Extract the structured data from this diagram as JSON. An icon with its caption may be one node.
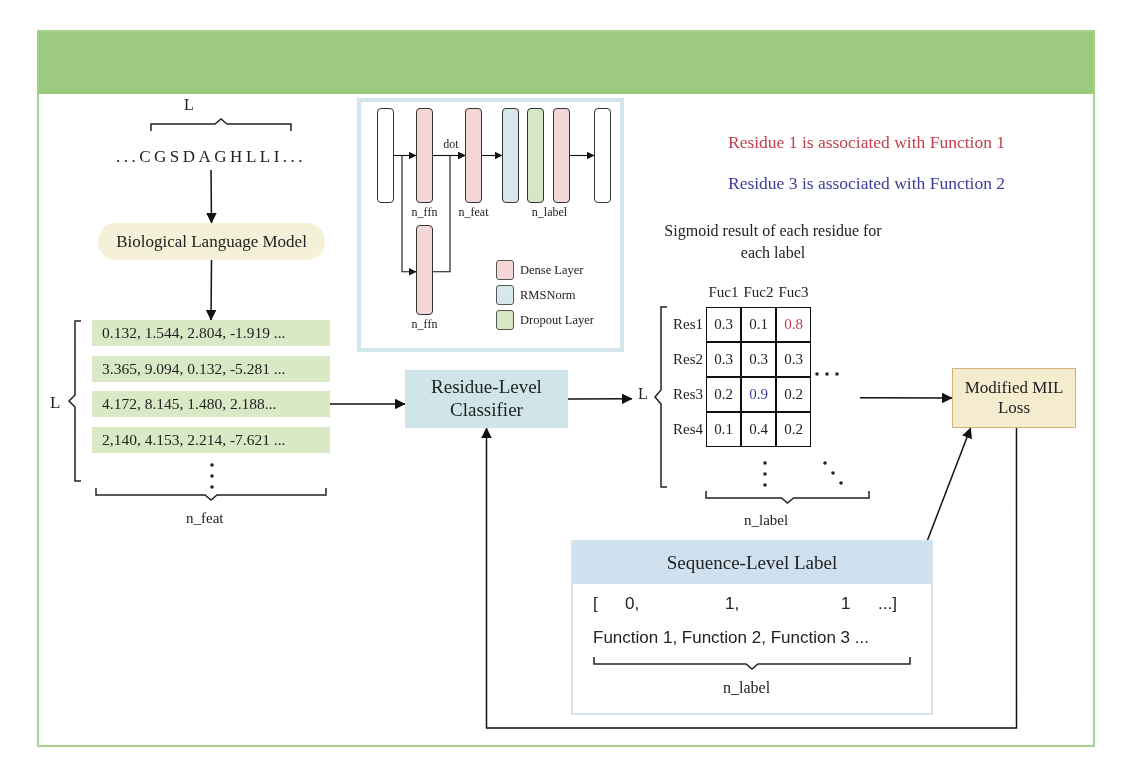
{
  "diagram": {
    "nodes": [
      {
        "text": [
          "...CGSDAGHLLI..."
        ]
      },
      {
        "text": [
          "Biological Language Model"
        ]
      },
      {
        "text": [
          "0.132, 1.544, 2.804, -1.919 ..."
        ]
      },
      {
        "text": [
          "3.365, 9.094, 0.132, -5.281 ..."
        ]
      },
      {
        "text": [
          "4.172, 8.145, 1.480, 2.188..."
        ]
      },
      {
        "text": [
          "2,140, 4.153, 2.214, -7.621 ..."
        ]
      },
      {
        "text": [],
        "shape": "box"
      },
      {
        "text": [],
        "shape": "box",
        "in": 6
      },
      {
        "text": [],
        "shape": "box",
        "in": 6,
        "beside": [
          "n_ffn"
        ]
      },
      {
        "text": [],
        "shape": "box",
        "in": 6,
        "beside": [
          "n_ffn"
        ]
      },
      {
        "text": [],
        "shape": "box",
        "in": 6,
        "beside": [
          "n_feat"
        ]
      },
      {
        "text": [],
        "shape": "box",
        "in": 6
      },
      {
        "text": [],
        "shape": "box",
        "in": 6
      },
      {
        "text": [],
        "shape": "box",
        "in": 6,
        "beside": [
          "n_label"
        ]
      },
      {
        "text": [],
        "shape": "box",
        "in": 6
      },
      {
        "text": [
          "Residue-Level Classifier"
        ]
      },
      {
        "text": [
          "Fuc1",
          "Fuc2",
          "Fuc3",
          "L",
          "Res1",
          "0.3",
          "0.1",
          "0.8",
          "Res2",
          "0.3",
          "0.3",
          "0.3",
          "Res3",
          "0.2",
          "0.9",
          "0.2",
          "Res4",
          "0.1",
          "0.4",
          "0.2"
        ]
      },
      {
        "text": [
          "Modified MIL Loss"
        ]
      },
      {
        "text": [
          "Sequence-Level Label",
          "[",
          "0,",
          "1,",
          "1",
          "...]",
          "Function 1, Function 2, Function 3 ...",
          "n_label"
        ]
      }
    ],
    "edges": [
      {
        "from": 0,
        "to": 1,
        "arrow": "to"
      },
      {
        "from": 1,
        "to": 2,
        "arrow": "to"
      },
      {
        "from": 7,
        "to": 8,
        "arrow": "to"
      },
      {
        "from": 7,
        "to": 9,
        "arrow": "to"
      },
      {
        "from": 8,
        "to": 10,
        "arrow": "to",
        "label": "dot"
      },
      {
        "from": 9,
        "to": 10,
        "arrow": "to"
      },
      {
        "from": 10,
        "to": 11,
        "arrow": "to"
      },
      {
        "from": 13,
        "to": 14,
        "arrow": "to"
      },
      {
        "from": 4,
        "to": 15,
        "arrow": "to"
      },
      {
        "from": 15,
        "to": 16,
        "arrow": "to"
      },
      {
        "from": 16,
        "to": 17,
        "arrow": "to"
      },
      {
        "from": 18,
        "to": 17,
        "arrow": "to"
      },
      {
        "from": 17,
        "to": 15,
        "arrow": "to"
      }
    ],
    "labels": [
      "L",
      "L",
      "n_feat",
      "Sigmoid result of each residue for each label",
      "n_label",
      "Residue 1 is associated with Function 1",
      "Residue 3 is associated with Function 2"
    ],
    "legend": [
      {
        "text": "Dense Layer",
        "color": "#f2d7d6"
      },
      {
        "text": "RMSNorm",
        "color": "#d6e8ec"
      },
      {
        "text": "Dropout Layer",
        "color": "#d5e7c4"
      }
    ]
  }
}
